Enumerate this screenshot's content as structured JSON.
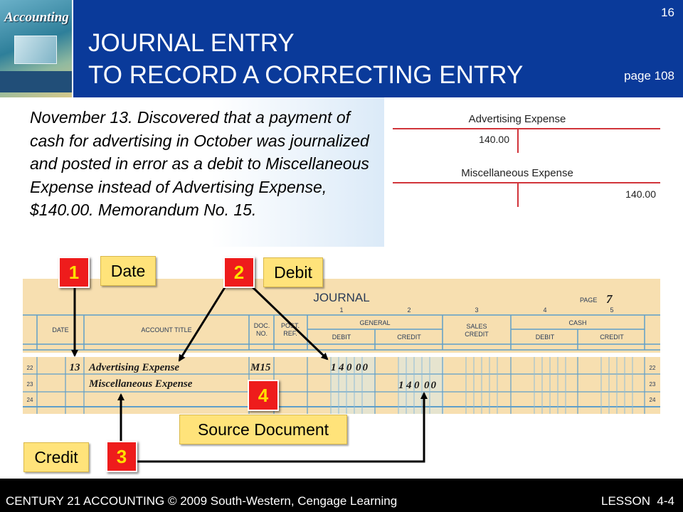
{
  "header": {
    "slide_number": "16",
    "title_line1": "JOURNAL ENTRY",
    "title_line2": "TO RECORD A CORRECTING ENTRY",
    "page_ref": "page 108",
    "cover_brand": "Accounting"
  },
  "narrative": "November 13. Discovered that a payment of cash for advertising in October was journalized and posted in error as a debit to Miscellaneous Expense instead of Advertising Expense, $140.00. Memorandum No. 15.",
  "t_accounts": [
    {
      "title": "Advertising Expense",
      "debit": "140.00",
      "credit": ""
    },
    {
      "title": "Miscellaneous Expense",
      "debit": "",
      "credit": "140.00"
    }
  ],
  "journal": {
    "title": "JOURNAL",
    "page_label": "PAGE",
    "page_number": "7",
    "column_numbers": [
      "1",
      "2",
      "3",
      "4",
      "5"
    ],
    "headers": {
      "date": "DATE",
      "account_title": "ACCOUNT TITLE",
      "doc_no": [
        "DOC.",
        "NO."
      ],
      "post_ref": [
        "POST.",
        "REF."
      ],
      "general": "GENERAL",
      "sales_credit": [
        "SALES",
        "CREDIT"
      ],
      "cash": "CASH",
      "debit": "DEBIT",
      "credit": "CREDIT"
    },
    "line_numbers": [
      "22",
      "23",
      "24"
    ],
    "rows": [
      {
        "line": "22",
        "date": "13",
        "account": "Advertising Expense",
        "doc": "M15",
        "general_debit": "140",
        "general_debit_cents": "00",
        "general_credit": "",
        "general_credit_cents": ""
      },
      {
        "line": "23",
        "date": "",
        "account": "Miscellaneous Expense",
        "doc": "",
        "general_debit": "",
        "general_debit_cents": "",
        "general_credit": "140",
        "general_credit_cents": "00"
      },
      {
        "line": "24",
        "date": "",
        "account": "",
        "doc": "",
        "general_debit": "",
        "general_debit_cents": "",
        "general_credit": "",
        "general_credit_cents": ""
      }
    ]
  },
  "callouts": {
    "step1": "1",
    "step2": "2",
    "step3": "3",
    "step4": "4",
    "date_label": "Date",
    "debit_label": "Debit",
    "credit_label": "Credit",
    "source_document_label": "Source Document"
  },
  "footer": {
    "left": "CENTURY 21 ACCOUNTING © 2009 South-Western, Cengage Learning",
    "right": "LESSON  4-4"
  },
  "colors": {
    "header_blue": "#0a3a9a",
    "journal_paper": "#f7dfb0",
    "rule_blue": "#5f9fc9",
    "callout_yellow": "#ffe37a",
    "step_red": "#ee1c1c"
  }
}
